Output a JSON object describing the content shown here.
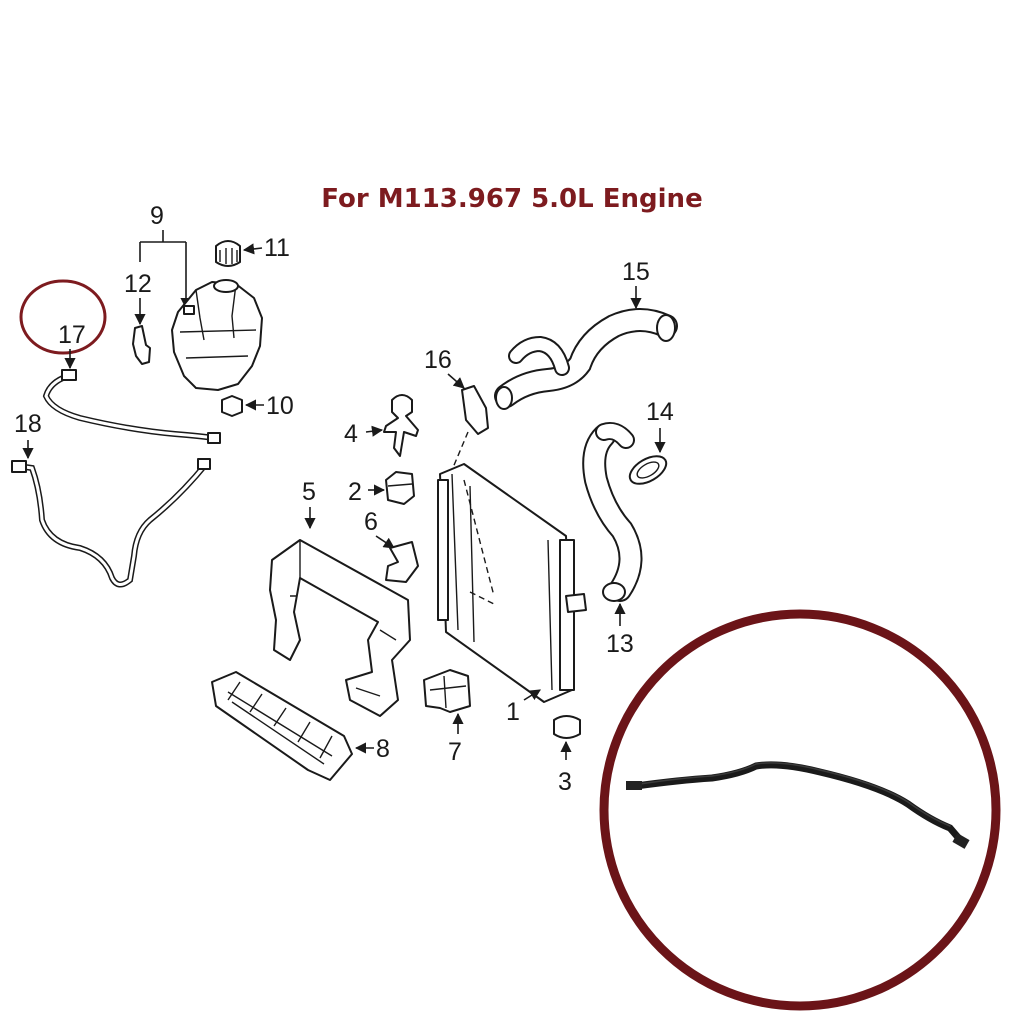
{
  "title": "For M113.967 5.0L Engine",
  "accent_color": "#7d1b1f",
  "highlighted_part": "17",
  "callouts": {
    "p1": "1",
    "p2": "2",
    "p3": "3",
    "p4": "4",
    "p5": "5",
    "p6": "6",
    "p7": "7",
    "p8": "8",
    "p9": "9",
    "p10": "10",
    "p11": "11",
    "p12": "12",
    "p13": "13",
    "p14": "14",
    "p15": "15",
    "p16": "16",
    "p17": "17",
    "p18": "18"
  }
}
